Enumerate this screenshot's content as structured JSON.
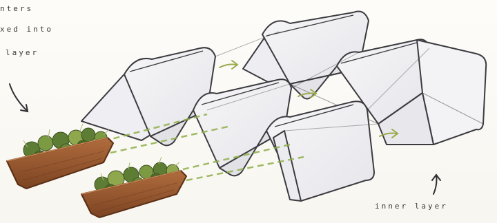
{
  "annotations": {
    "top_left": [
      "nters",
      "xed into",
      "layer"
    ],
    "bottom_right": "inner layer"
  },
  "colors": {
    "pencil": "#3b3b40",
    "panel_fill": "#f1f0f2",
    "panel_shade": "#e2e1e5",
    "planter_wood": "#9a5a33",
    "planter_dark": "#6b3a1f",
    "plant_green": "#5e7d34",
    "plant_light": "#8fa84e",
    "dash_green": "#8fb04a",
    "arrow_green": "#9aaa4a"
  },
  "icons": [
    "curved-arrow-down-icon",
    "curved-arrow-up-icon",
    "green-arrow-icon"
  ]
}
